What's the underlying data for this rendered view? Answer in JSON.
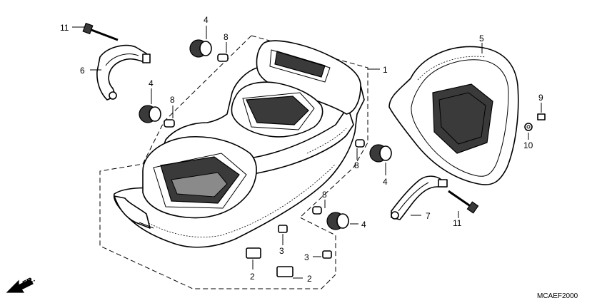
{
  "callouts": [
    {
      "id": "c1",
      "text": "1"
    },
    {
      "id": "c2a",
      "text": "2"
    },
    {
      "id": "c2b",
      "text": "2"
    },
    {
      "id": "c3a",
      "text": "3"
    },
    {
      "id": "c3b",
      "text": "3"
    },
    {
      "id": "c4a",
      "text": "4"
    },
    {
      "id": "c4b",
      "text": "4"
    },
    {
      "id": "c4c",
      "text": "4"
    },
    {
      "id": "c4d",
      "text": "4"
    },
    {
      "id": "c5",
      "text": "5"
    },
    {
      "id": "c6",
      "text": "6"
    },
    {
      "id": "c7",
      "text": "7"
    },
    {
      "id": "c8a",
      "text": "8"
    },
    {
      "id": "c8b",
      "text": "8"
    },
    {
      "id": "c8c",
      "text": "8"
    },
    {
      "id": "c8d",
      "text": "8"
    },
    {
      "id": "c9",
      "text": "9"
    },
    {
      "id": "c10",
      "text": "10"
    },
    {
      "id": "c11a",
      "text": "11"
    },
    {
      "id": "c11b",
      "text": "11"
    }
  ],
  "direction_label": "FR.",
  "diagram_code": "MCAEF2000"
}
